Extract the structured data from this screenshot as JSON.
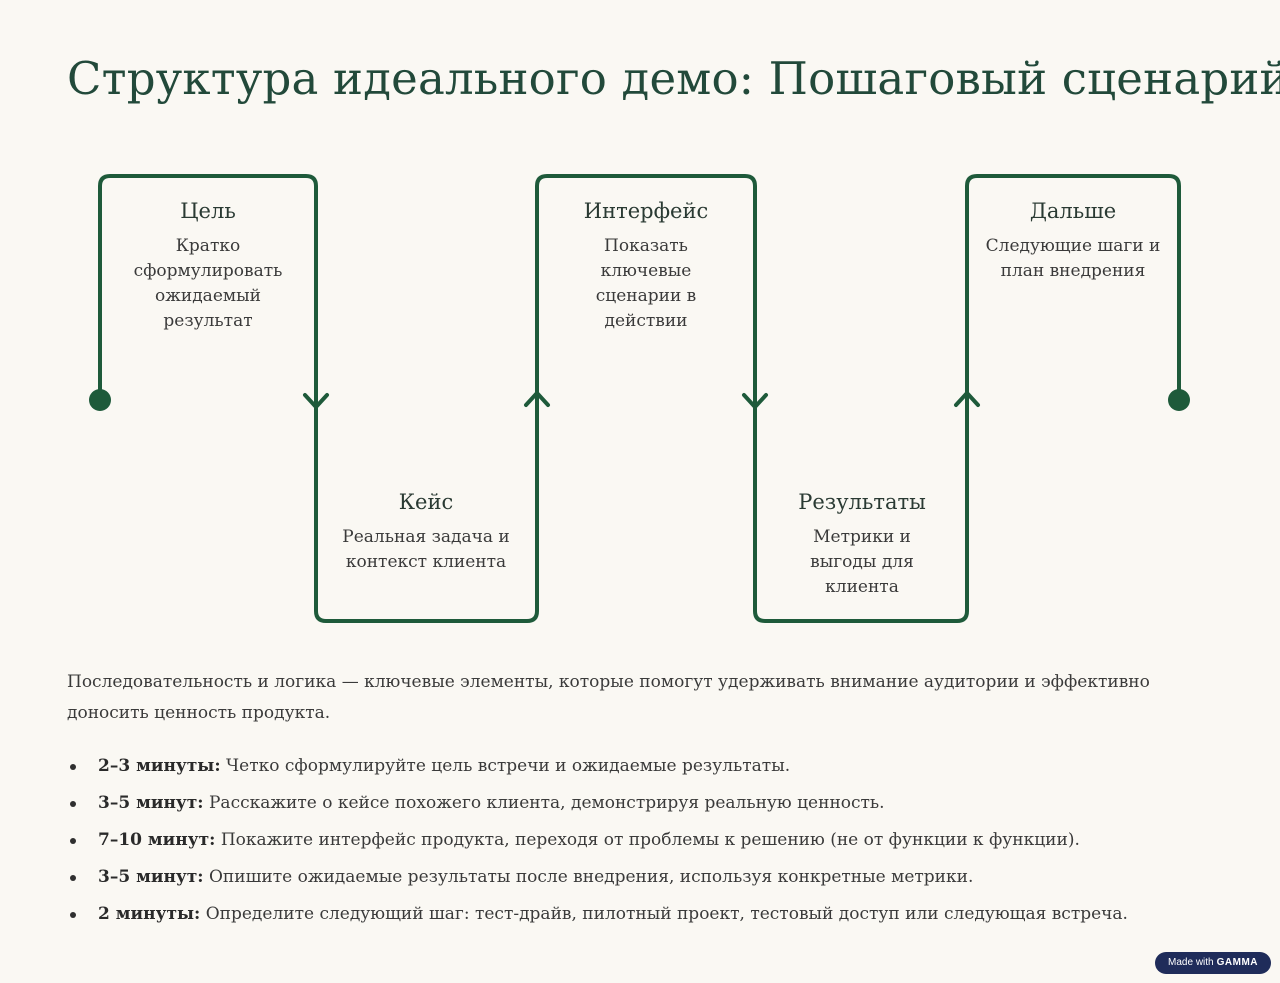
{
  "title": "Структура идеального демо: Пошаговый сценарий",
  "steps": [
    {
      "title": "Цель",
      "desc": "Кратко сформулировать ожидаемый результат"
    },
    {
      "title": "Кейс",
      "desc": "Реальная задача и контекст клиента"
    },
    {
      "title": "Интерфейс",
      "desc": "Показать ключевые сценарии в действии"
    },
    {
      "title": "Результаты",
      "desc": "Метрики и выгоды для клиента"
    },
    {
      "title": "Дальше",
      "desc": "Следующие шаги и план внедрения"
    }
  ],
  "intro": "Последовательность и логика — ключевые элементы, которые помогут удерживать внимание аудитории и эффективно доносить ценность продукта.",
  "bullets": [
    {
      "time": "2–3 минуты:",
      "text": " Четко сформулируйте цель встречи и ожидаемые результаты."
    },
    {
      "time": "3–5 минут:",
      "text": " Расскажите о кейсе похожего клиента, демонстрируя реальную ценность."
    },
    {
      "time": "7–10 минут:",
      "text": " Покажите интерфейс продукта, переходя от проблемы к решению (не от функции к функции)."
    },
    {
      "time": "3–5 минут:",
      "text": " Опишите ожидаемые результаты после внедрения, используя конкретные метрики."
    },
    {
      "time": "2 минуты:",
      "text": " Определите следующий шаг: тест-драйв, пилотный проект, тестовый доступ или следующая встреча."
    }
  ],
  "badge": {
    "prefix": "Made with",
    "brand": "GAMMA"
  },
  "colors": {
    "line": "#1e5a3a",
    "title": "#22493a",
    "background": "#faf8f3",
    "badge": "#1f2c5a"
  }
}
